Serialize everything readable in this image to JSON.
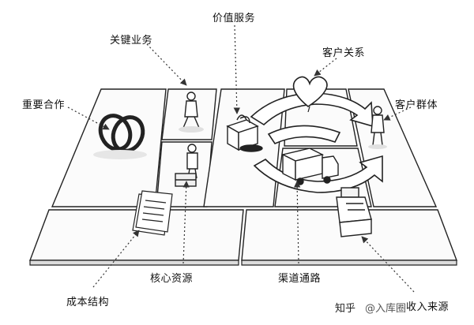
{
  "labels": {
    "value_propositions": "价值服务",
    "key_activities": "关键业务",
    "customer_relationships": "客户关系",
    "key_partners": "重要合作",
    "customer_segments": "客户群体",
    "key_resources": "核心资源",
    "channels": "渠道通路",
    "cost_structure": "成本结构",
    "revenue_streams": "收入来源"
  },
  "watermark": {
    "site": "知乎",
    "author": "@入库圈"
  }
}
